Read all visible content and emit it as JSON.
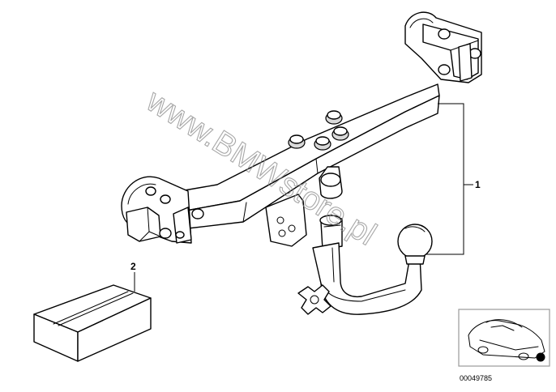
{
  "callouts": {
    "tow_hitch_assembly": "1",
    "mounting_kit_box": "2"
  },
  "watermark": "www.BMWstore.pl",
  "reference_number": "00049785",
  "colors": {
    "line": "#000000",
    "background": "#ffffff",
    "watermark": "#8a8a8a",
    "inset_border": "#9a9a9a"
  }
}
